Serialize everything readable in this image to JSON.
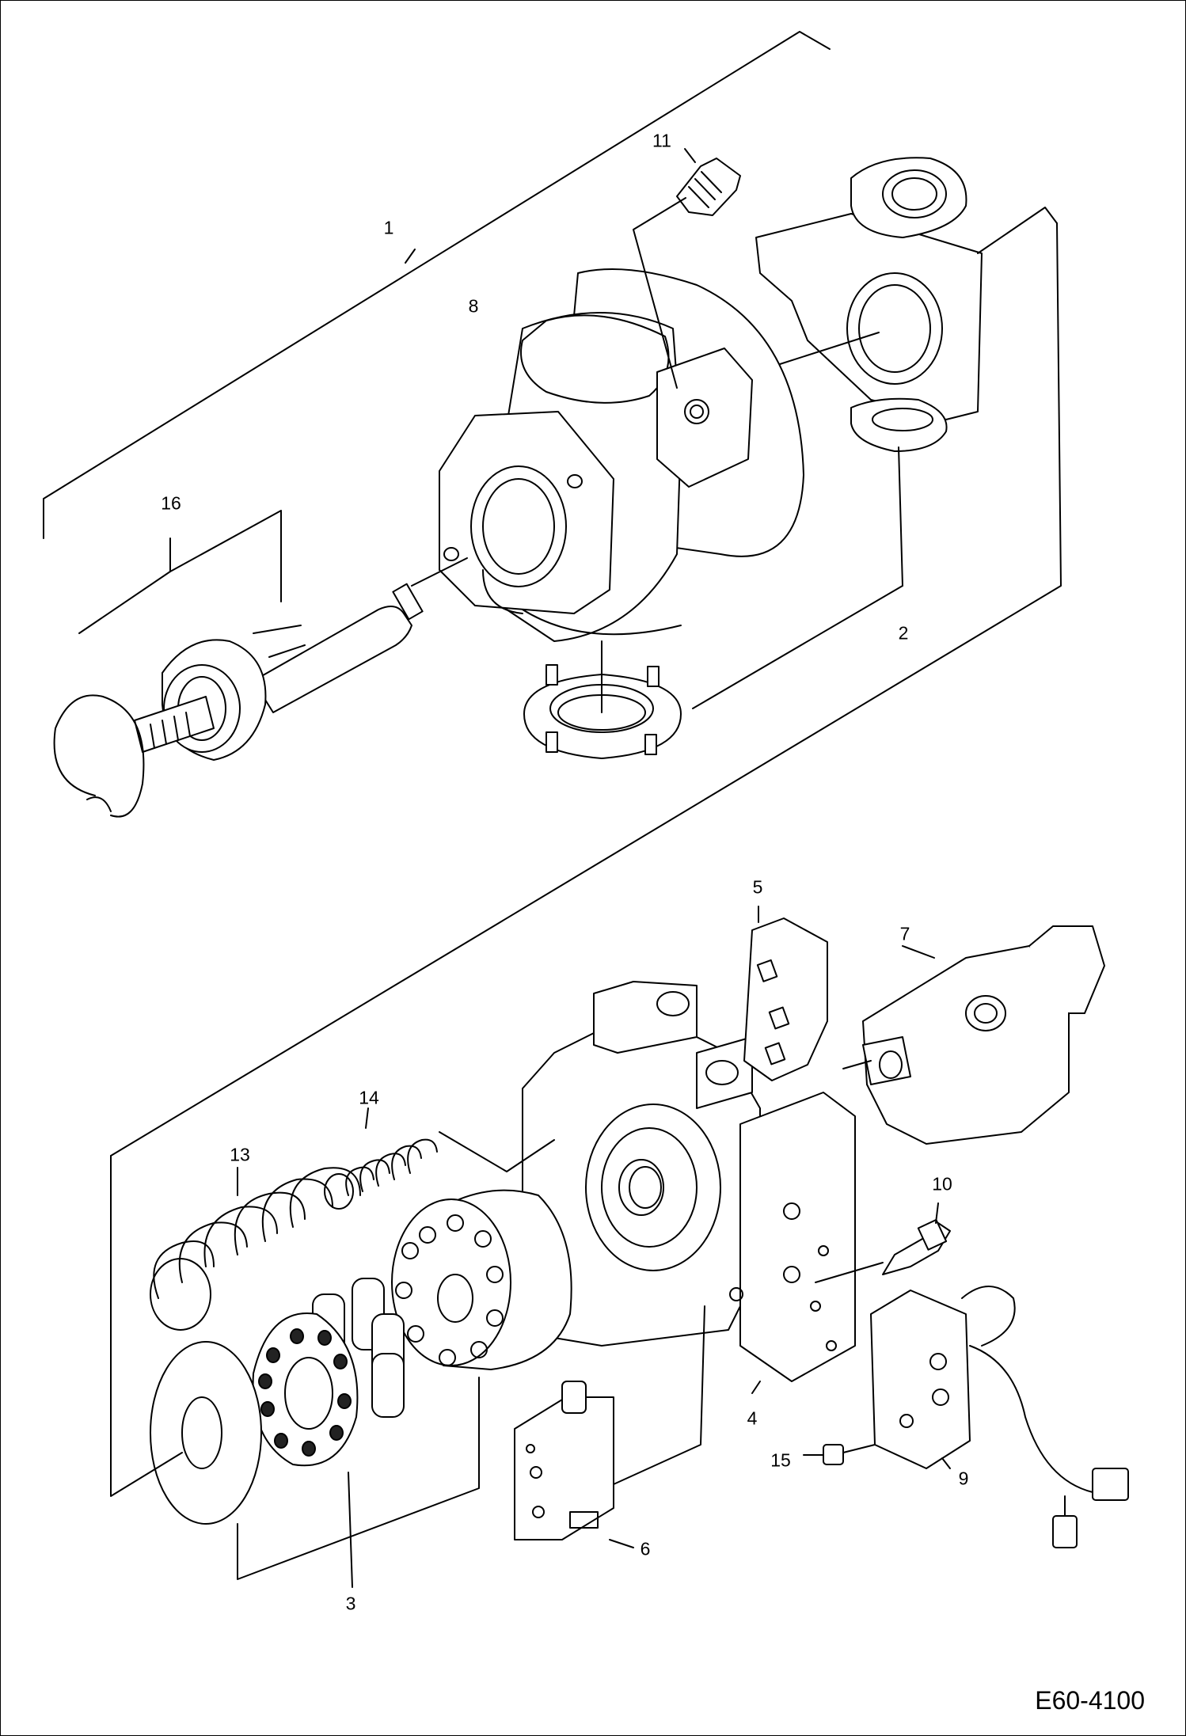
{
  "drawing": {
    "code": "E60-4100",
    "callouts": {
      "n1": "1",
      "n2": "2",
      "n3": "3",
      "n4": "4",
      "n5": "5",
      "n6": "6",
      "n7": "7",
      "n8": "8",
      "n9": "9",
      "n10": "10",
      "n11": "11",
      "n13": "13",
      "n14": "14",
      "n15": "15",
      "n16": "16"
    }
  }
}
